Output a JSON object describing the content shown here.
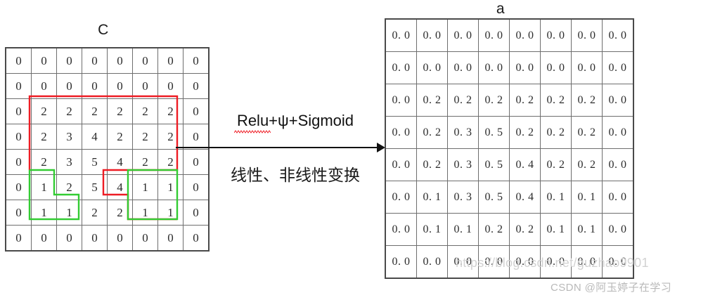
{
  "figure": {
    "left_title": "C",
    "right_title": "a"
  },
  "transform": {
    "top_label": "Relu+ψ+Sigmoid",
    "bottom_label": "线性、非线性变换",
    "arrow": "right-arrow"
  },
  "grid_c": {
    "rows": 8,
    "cols": 8,
    "values": [
      [
        "0",
        "0",
        "0",
        "0",
        "0",
        "0",
        "0",
        "0"
      ],
      [
        "0",
        "0",
        "0",
        "0",
        "0",
        "0",
        "0",
        "0"
      ],
      [
        "0",
        "2",
        "2",
        "2",
        "2",
        "2",
        "2",
        "0"
      ],
      [
        "0",
        "2",
        "3",
        "4",
        "2",
        "2",
        "2",
        "0"
      ],
      [
        "0",
        "2",
        "3",
        "5",
        "4",
        "2",
        "2",
        "0"
      ],
      [
        "0",
        "1",
        "2",
        "5",
        "4",
        "1",
        "1",
        "0"
      ],
      [
        "0",
        "1",
        "1",
        "2",
        "2",
        "1",
        "1",
        "0"
      ],
      [
        "0",
        "0",
        "0",
        "0",
        "0",
        "0",
        "0",
        "0"
      ]
    ]
  },
  "grid_a": {
    "rows": 8,
    "cols": 8,
    "values": [
      [
        "0. 0",
        "0. 0",
        "0. 0",
        "0. 0",
        "0. 0",
        "0. 0",
        "0. 0",
        "0. 0"
      ],
      [
        "0. 0",
        "0. 0",
        "0. 0",
        "0. 0",
        "0. 0",
        "0. 0",
        "0. 0",
        "0. 0"
      ],
      [
        "0. 0",
        "0. 2",
        "0. 2",
        "0. 2",
        "0. 2",
        "0. 2",
        "0. 2",
        "0. 0"
      ],
      [
        "0. 0",
        "0. 2",
        "0. 3",
        "0. 5",
        "0. 2",
        "0. 2",
        "0. 2",
        "0. 0"
      ],
      [
        "0. 0",
        "0. 2",
        "0. 3",
        "0. 5",
        "0. 4",
        "0. 2",
        "0. 2",
        "0. 0"
      ],
      [
        "0. 0",
        "0. 1",
        "0. 3",
        "0. 5",
        "0. 4",
        "0. 1",
        "0. 1",
        "0. 0"
      ],
      [
        "0. 0",
        "0. 1",
        "0. 1",
        "0. 2",
        "0. 2",
        "0. 1",
        "0. 1",
        "0. 0"
      ],
      [
        "0. 0",
        "0. 0",
        "0. 0",
        "0. 0",
        "0. 0",
        "0. 0",
        "0. 0",
        "0. 0"
      ]
    ]
  },
  "annotations": {
    "red_outline_color": "#ee1c24",
    "green_outline_color": "#33cc33",
    "grid_border_color": "#4a4a4a",
    "cell_border_color": "#6e6e6e"
  },
  "watermark": {
    "url_text": "https://blog.csdn.net/guzhao9901",
    "credit_text": "CSDN @阿玉婷子在学习"
  }
}
